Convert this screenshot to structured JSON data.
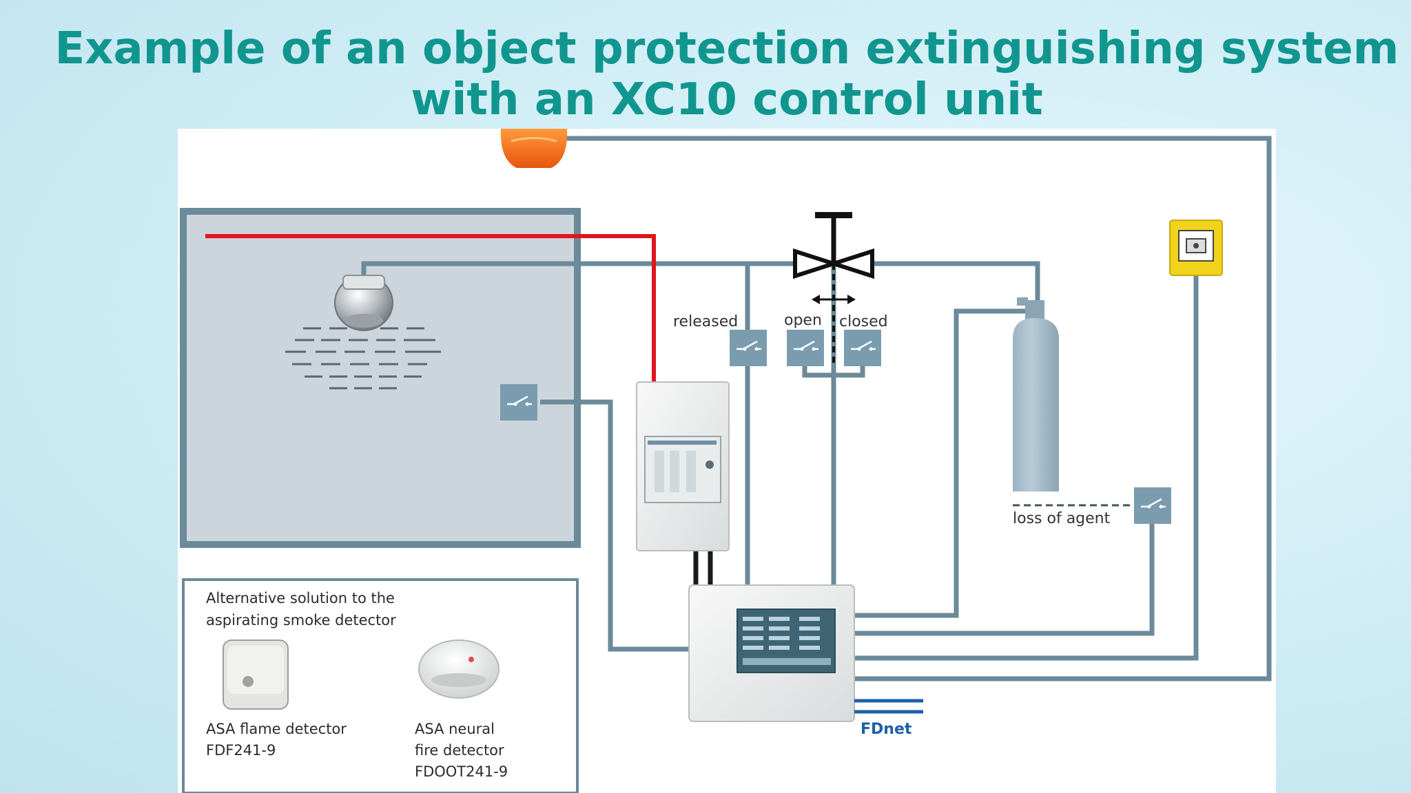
{
  "title": {
    "line1": "Example of an object protection extinguishing system",
    "line2": "with an XC10 control unit"
  },
  "diagram": {
    "labels": {
      "released": "released",
      "open": "open",
      "closed": "closed",
      "loss_of_agent": "loss of agent",
      "fdnet": "FDnet"
    },
    "alternative_box": {
      "heading_line1": "Alternative solution to the",
      "heading_line2": "aspirating smoke detector",
      "flame_detector_line1": "ASA flame detector",
      "flame_detector_line2": "FDF241-9",
      "neural_detector_line1": "ASA neural",
      "neural_detector_line2": "fire detector",
      "neural_detector_line3": "FDOOT241-9"
    },
    "colors": {
      "line": "#6b8a9a",
      "alarm_line": "#e0161d",
      "switch_box": "#7a9cae",
      "fdnet": "#1d5fa8",
      "title": "#11958f"
    },
    "icons": [
      "beacon-icon",
      "smoke-detector-icon",
      "valve-icon",
      "gas-cylinder-icon",
      "manual-call-point-icon",
      "switch-icon",
      "control-unit-icon",
      "flame-detector-icon",
      "neural-detector-icon"
    ]
  }
}
